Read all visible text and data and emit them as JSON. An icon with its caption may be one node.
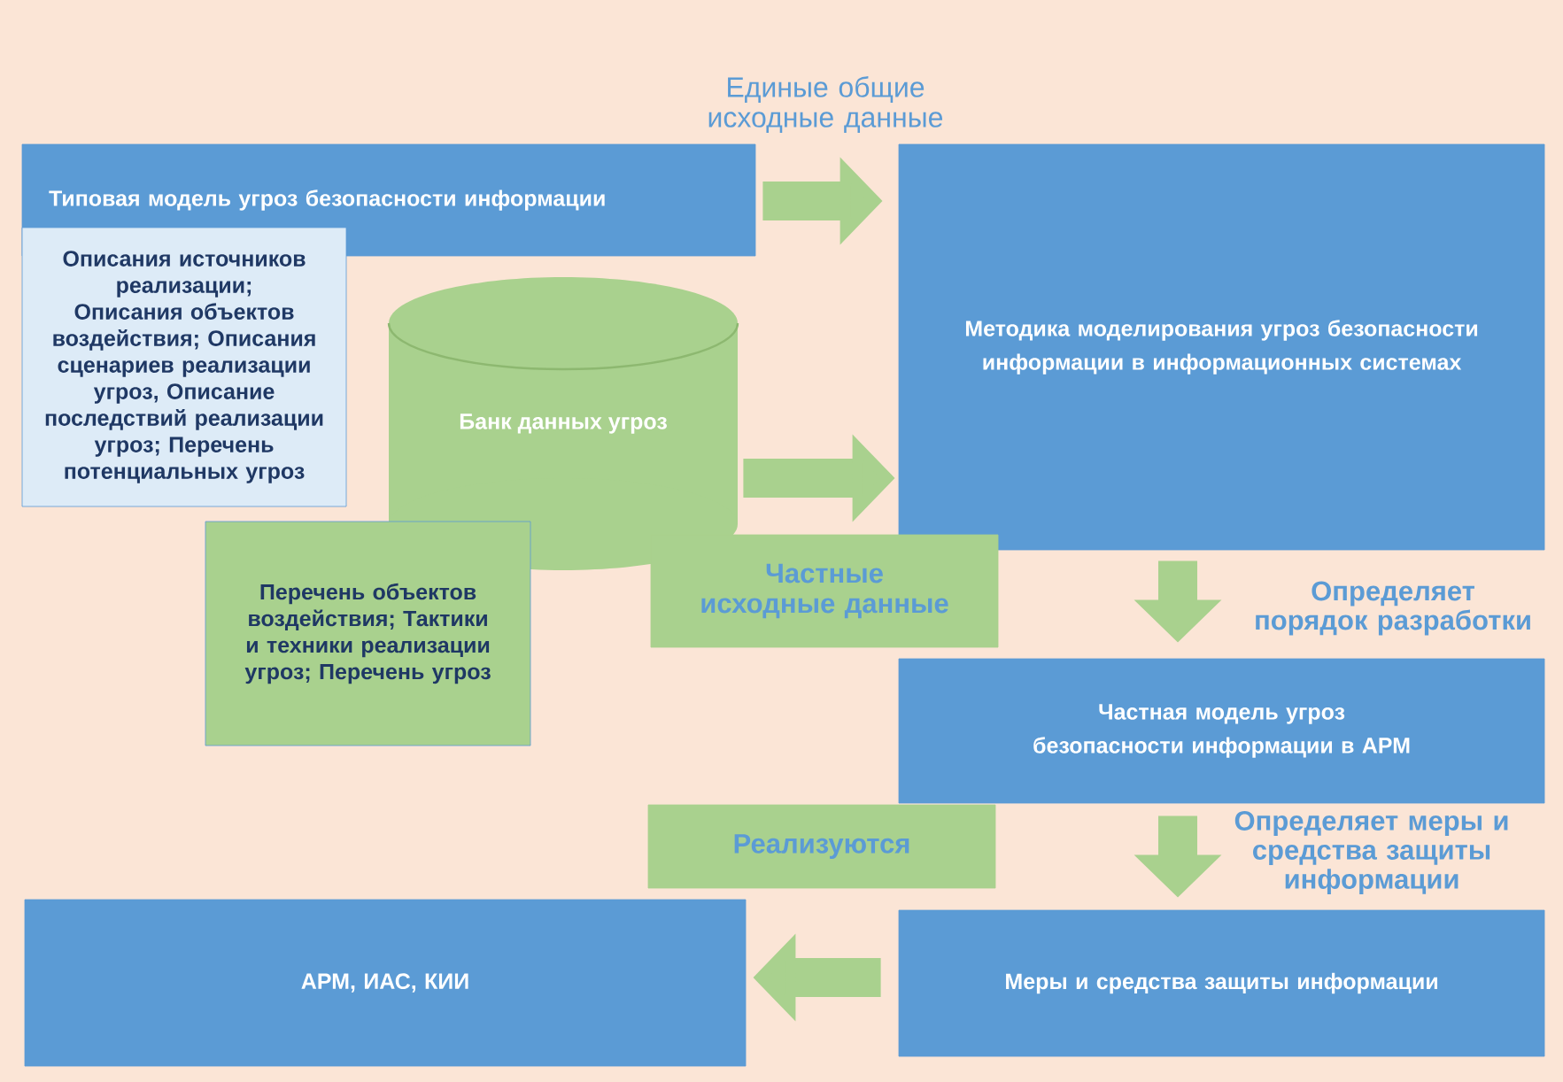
{
  "diagram": {
    "nodes": [
      {
        "text": [
          "Типовая модель угроз безопасности информации"
        ]
      },
      {
        "text": [
          "Описания источников реализации; Описания объектов воздействия; Описания сценариев реализации угроз, Описание последствий реализации угроз; Перечень потенциальных угроз"
        ]
      },
      {
        "text": [
          "Банк данных угроз"
        ]
      },
      {
        "text": [
          "Методика моделирования угроз безопасности информации в информационных системах"
        ]
      },
      {
        "text": [
          "Перечень объектов воздействия; Тактики и техники реализации угроз; Перечень угроз"
        ]
      },
      {
        "text": [
          "Частные исходные данные"
        ]
      },
      {
        "text": [
          "Частная модель угроз безопасности информации в АРМ"
        ]
      },
      {
        "text": [
          "Реализуются"
        ]
      },
      {
        "text": [
          "АРМ, ИАС, КИИ"
        ]
      },
      {
        "text": [
          "Меры и средства защиты информации"
        ]
      }
    ],
    "edges": [
      {
        "from": 0,
        "to": 3,
        "arrow": "to",
        "label": "Единые общие исходные данные"
      },
      {
        "from": 2,
        "to": 3,
        "arrow": "to"
      },
      {
        "from": 3,
        "to": 6,
        "arrow": "to",
        "label": "Определяет порядок разработки"
      },
      {
        "from": 6,
        "to": 9,
        "arrow": "to",
        "label": "Определяет меры и средства защиты информации"
      },
      {
        "from": 9,
        "to": 8,
        "arrow": "to"
      }
    ]
  }
}
